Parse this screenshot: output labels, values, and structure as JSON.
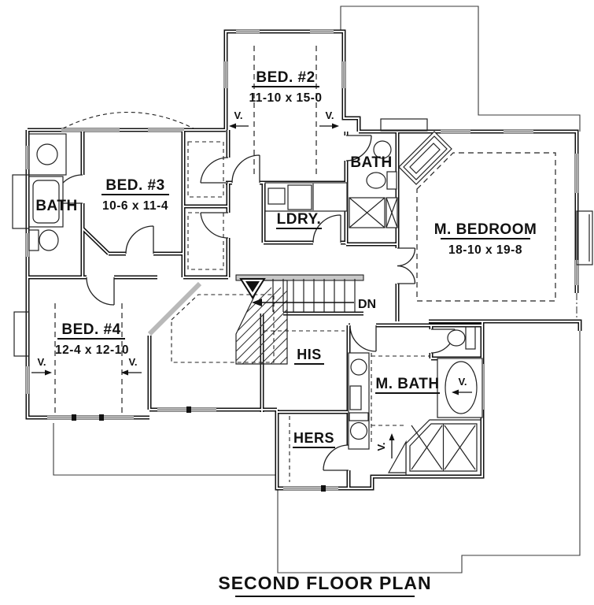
{
  "title": "SECOND FLOOR PLAN",
  "colors": {
    "ink": "#111111",
    "paper": "#ffffff",
    "wall_hatch": "#c8c8c8"
  },
  "plan": {
    "rooms": {
      "bed2": {
        "name": "BED. #2",
        "dims": "11-10 x 15-0"
      },
      "bed3": {
        "name": "BED. #3",
        "dims": "10-6 x 11-4"
      },
      "bed4": {
        "name": "BED. #4",
        "dims": "12-4 x 12-10"
      },
      "master_bedroom": {
        "name": "M. BEDROOM",
        "dims": "18-10 x 19-8"
      },
      "master_bath": {
        "name": "M. BATH"
      },
      "bath_left": {
        "name": "BATH"
      },
      "bath_center": {
        "name": "BATH"
      },
      "laundry": {
        "name": "LDRY."
      },
      "his_closet": {
        "name": "HIS"
      },
      "hers_closet": {
        "name": "HERS"
      }
    },
    "markers": {
      "down": "DN",
      "vault": "V."
    }
  }
}
